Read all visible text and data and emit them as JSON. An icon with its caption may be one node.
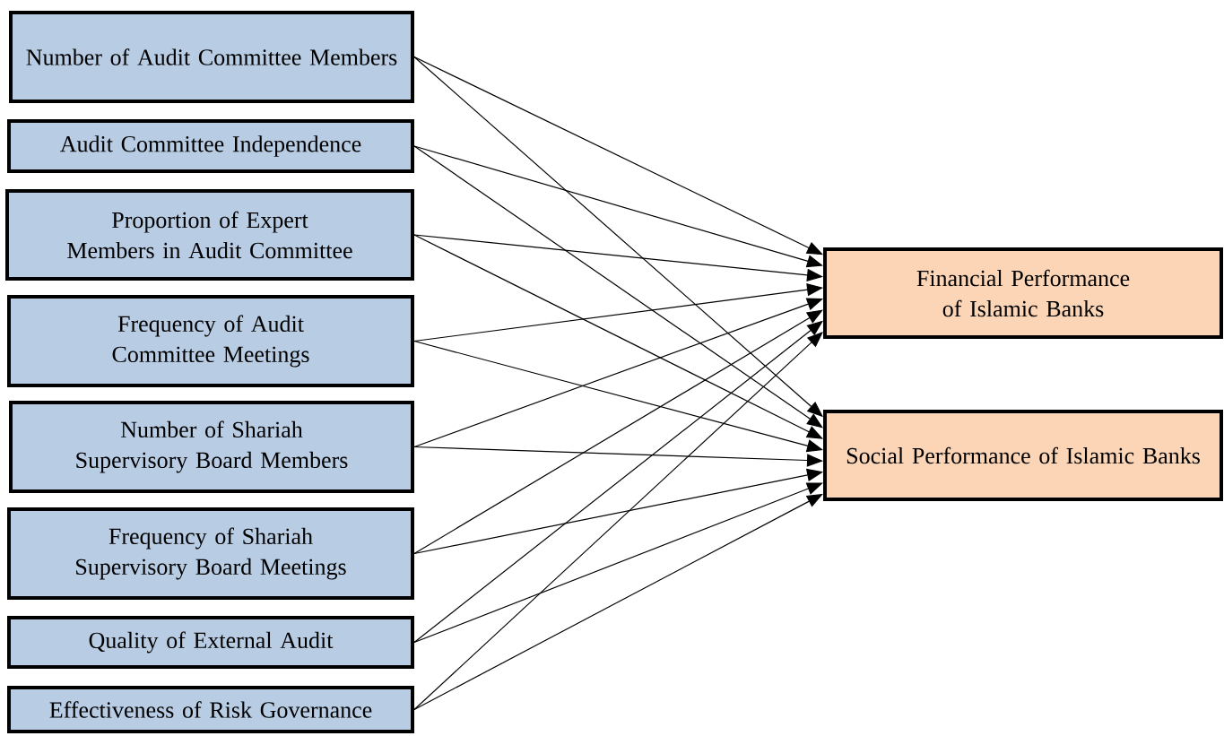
{
  "diagram": {
    "nodes": [
      {
        "text": [
          "Number of Audit Committee Members"
        ]
      },
      {
        "text": [
          "Audit Committee Independence"
        ]
      },
      {
        "text": [
          "Proportion of Expert Members in Audit Committee"
        ]
      },
      {
        "text": [
          "Frequency of Audit Committee Meetings"
        ]
      },
      {
        "text": [
          "Number of Shariah Supervisory Board Members"
        ]
      },
      {
        "text": [
          "Frequency of Shariah Supervisory Board Meetings"
        ]
      },
      {
        "text": [
          "Quality of External Audit"
        ]
      },
      {
        "text": [
          "Effectiveness of Risk Governance"
        ]
      },
      {
        "text": [
          "Financial Performance of Islamic Banks"
        ]
      },
      {
        "text": [
          "Social Performance of Islamic Banks"
        ]
      }
    ],
    "edges": [
      {
        "from": 0,
        "to": 8,
        "arrow": "to"
      },
      {
        "from": 0,
        "to": 9,
        "arrow": "to"
      },
      {
        "from": 1,
        "to": 8,
        "arrow": "to"
      },
      {
        "from": 1,
        "to": 9,
        "arrow": "to"
      },
      {
        "from": 2,
        "to": 8,
        "arrow": "to"
      },
      {
        "from": 2,
        "to": 9,
        "arrow": "to"
      },
      {
        "from": 3,
        "to": 8,
        "arrow": "to"
      },
      {
        "from": 3,
        "to": 9,
        "arrow": "to"
      },
      {
        "from": 4,
        "to": 8,
        "arrow": "to"
      },
      {
        "from": 4,
        "to": 9,
        "arrow": "to"
      },
      {
        "from": 5,
        "to": 8,
        "arrow": "to"
      },
      {
        "from": 5,
        "to": 9,
        "arrow": "to"
      },
      {
        "from": 6,
        "to": 8,
        "arrow": "to"
      },
      {
        "from": 6,
        "to": 9,
        "arrow": "to"
      },
      {
        "from": 7,
        "to": 8,
        "arrow": "to"
      },
      {
        "from": 7,
        "to": 9,
        "arrow": "to"
      }
    ]
  }
}
